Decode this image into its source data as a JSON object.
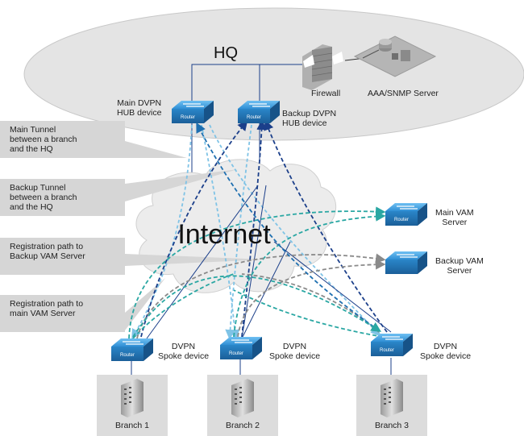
{
  "hq": {
    "title": "HQ"
  },
  "devices": {
    "main_hub": "Main DVPN\nHUB device",
    "backup_hub": "Backup DVPN\nHUB device",
    "firewall": "Firewall",
    "aaa_server": "AAA/SNMP Server",
    "main_vam": "Main VAM\nServer",
    "backup_vam": "Backup VAM\nServer",
    "spoke": "DVPN\nSpoke device",
    "router_text": "Router"
  },
  "cloud": {
    "label": "Internet"
  },
  "legend": [
    {
      "label": "Main Tunnel\nbetween a branch\nand the HQ"
    },
    {
      "label": "Backup Tunnel\nbetween a branch\nand the HQ"
    },
    {
      "label": "Registration path to\nBackup VAM Server"
    },
    {
      "label": "Registration path to\nmain VAM Server"
    }
  ],
  "branches": [
    {
      "label": "Branch 1"
    },
    {
      "label": "Branch 2"
    },
    {
      "label": "Branch 3"
    }
  ],
  "colors": {
    "main_tunnel": "#1b3f8a",
    "backup_tunnel": "#1e6fb0",
    "reg_backup": "#8a8a8a",
    "reg_main": "#2aa7a3",
    "light_tunnel": "#7fc3e6",
    "router": "#2e8fd6"
  }
}
